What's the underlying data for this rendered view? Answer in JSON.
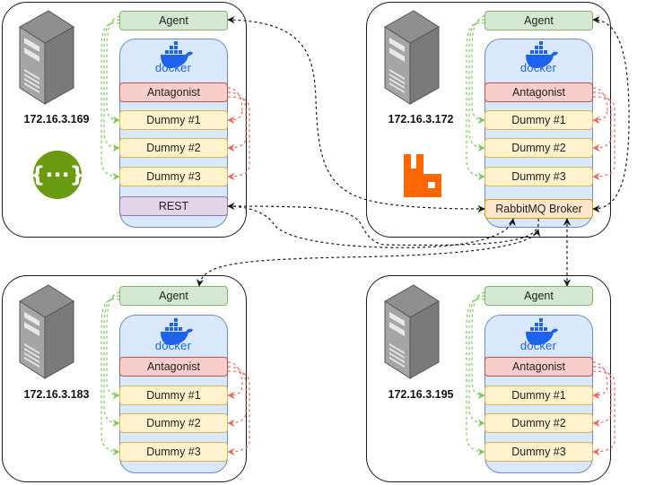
{
  "hosts": [
    {
      "ip": "172.16.3.169",
      "agent": "Agent",
      "docker": "docker",
      "antagonist": "Antagonist",
      "dummies": [
        "Dummy #1",
        "Dummy #2",
        "Dummy #3"
      ],
      "extra": "REST",
      "logo": "swagger-icon"
    },
    {
      "ip": "172.16.3.172",
      "agent": "Agent",
      "docker": "docker",
      "antagonist": "Antagonist",
      "dummies": [
        "Dummy #1",
        "Dummy #2",
        "Dummy #3"
      ],
      "extra": "RabbitMQ Broker",
      "logo": "rabbitmq-icon"
    },
    {
      "ip": "172.16.3.183",
      "agent": "Agent",
      "docker": "docker",
      "antagonist": "Antagonist",
      "dummies": [
        "Dummy #1",
        "Dummy #2",
        "Dummy #3"
      ]
    },
    {
      "ip": "172.16.3.195",
      "agent": "Agent",
      "docker": "docker",
      "antagonist": "Antagonist",
      "dummies": [
        "Dummy #1",
        "Dummy #2",
        "Dummy #3"
      ]
    }
  ],
  "colors": {
    "agent_fill": "#d5e8d4",
    "agent_stroke": "#82b366",
    "antagonist_fill": "#f8cecc",
    "antagonist_stroke": "#b85450",
    "dummy_fill": "#fff2cc",
    "dummy_stroke": "#d6b656",
    "rest_fill": "#e1d5e7",
    "rest_stroke": "#9673a6",
    "broker_fill": "#ffe6cc",
    "broker_stroke": "#d79b00",
    "container_fill": "#dae8fc",
    "container_stroke": "#6c8ebf",
    "docker_blue": "#1d63ed",
    "swagger_green": "#6a9a0f",
    "rabbitmq_orange": "#ff6600",
    "agent_link": "#7dc95e",
    "antagonist_link": "#ea6b66",
    "network_link": "#1a1a1a"
  }
}
